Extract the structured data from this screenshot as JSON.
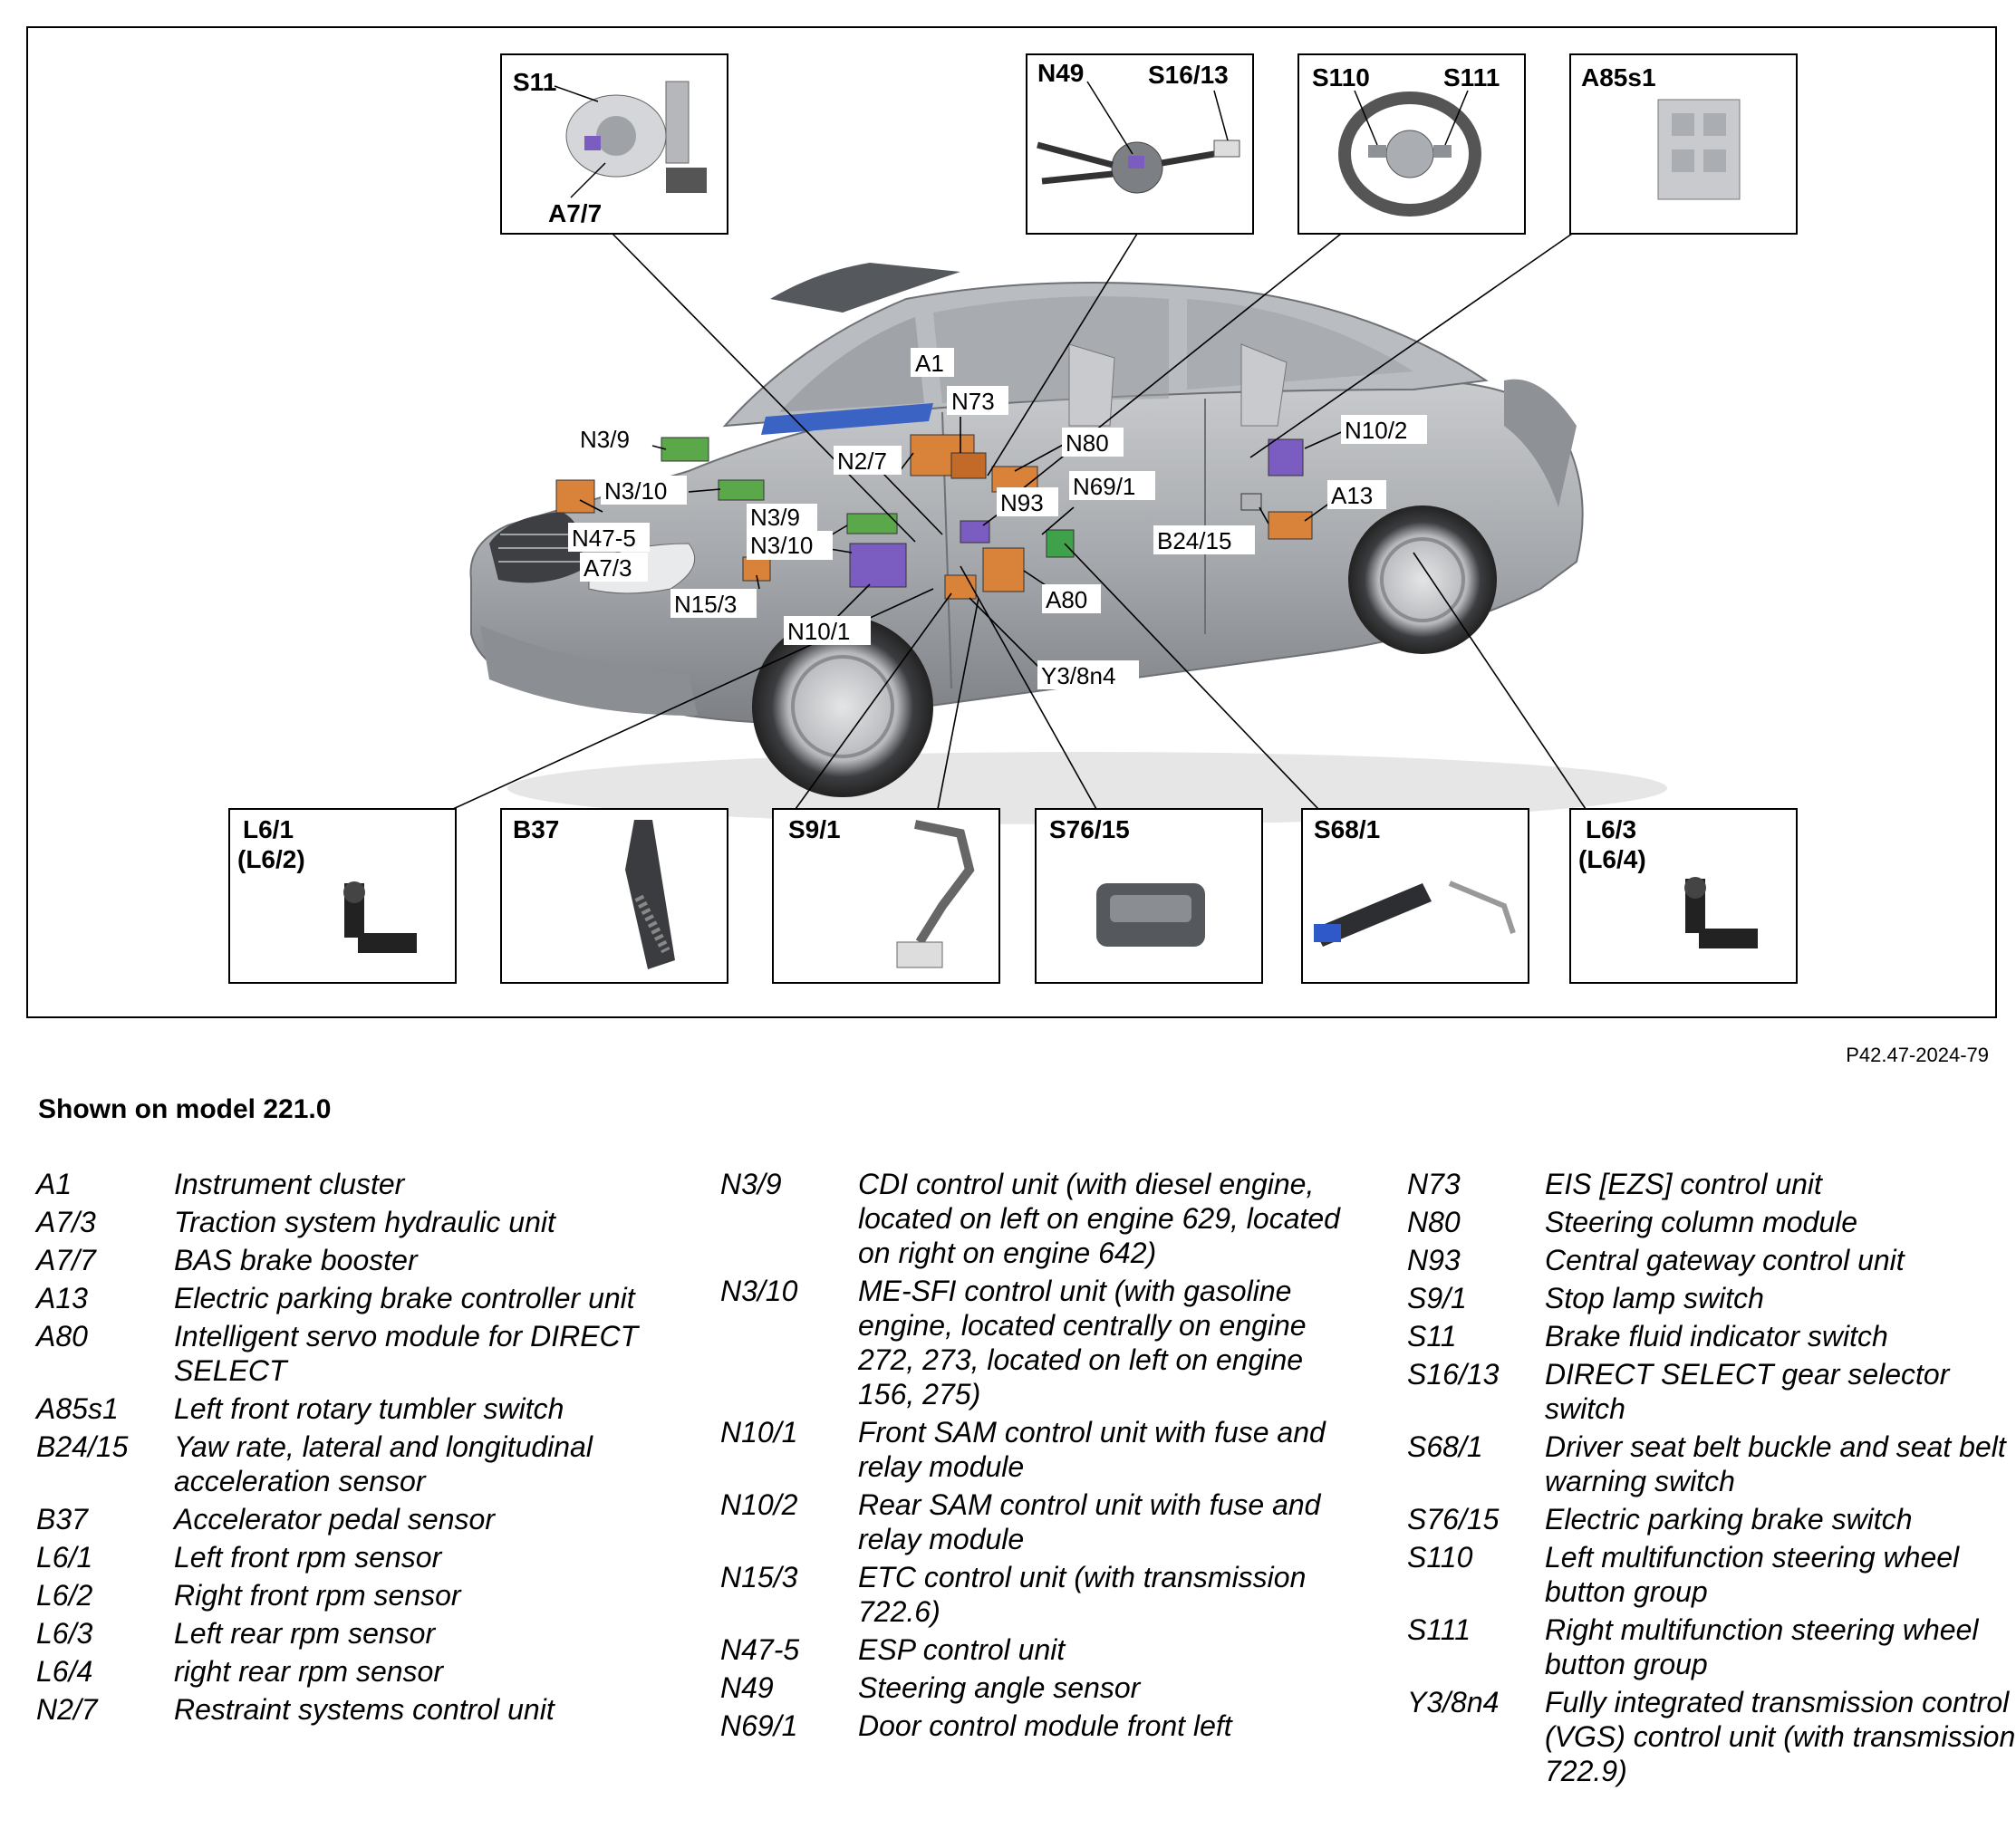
{
  "figure_ref": "P42.47-2024-79",
  "shown_on": "Shown on model 221.0",
  "inset_labels": {
    "s11": "S11",
    "a7_7": "A7/7",
    "n49": "N49",
    "s16_13": "S16/13",
    "s110": "S110",
    "s111": "S111",
    "a85s1": "A85s1",
    "l6_1": "L6/1",
    "l6_2": "(L6/2)",
    "b37": "B37",
    "s9_1": "S9/1",
    "s76_15": "S76/15",
    "s68_1": "S68/1",
    "l6_3": "L6/3",
    "l6_4": "(L6/4)"
  },
  "callouts": {
    "a1": "A1",
    "n73": "N73",
    "n3_9_a": "N3/9",
    "n2_7": "N2/7",
    "n80": "N80",
    "n10_2": "N10/2",
    "n3_10_a": "N3/10",
    "n93": "N93",
    "n69_1": "N69/1",
    "a13": "A13",
    "n47_5": "N47-5",
    "n3_9_b": "N3/9",
    "n3_10_b": "N3/10",
    "b24_15": "B24/15",
    "a7_3": "A7/3",
    "n15_3": "N15/3",
    "a80": "A80",
    "n10_1": "N10/1",
    "y3_8n4": "Y3/8n4"
  },
  "legend": {
    "col1": [
      {
        "code": "A1",
        "desc": "Instrument cluster"
      },
      {
        "code": "A7/3",
        "desc": "Traction system hydraulic unit"
      },
      {
        "code": "A7/7",
        "desc": "BAS brake booster"
      },
      {
        "code": "A13",
        "desc": "Electric parking brake controller unit"
      },
      {
        "code": "A80",
        "desc": "Intelligent servo module for DIRECT SELECT"
      },
      {
        "code": "A85s1",
        "desc": "Left front rotary tumbler switch"
      },
      {
        "code": "B24/15",
        "desc": "Yaw rate, lateral and longitudinal acceleration sensor"
      },
      {
        "code": "B37",
        "desc": "Accelerator pedal sensor"
      },
      {
        "code": "L6/1",
        "desc": "Left front rpm sensor"
      },
      {
        "code": "L6/2",
        "desc": "Right front rpm sensor"
      },
      {
        "code": "L6/3",
        "desc": "Left rear rpm sensor"
      },
      {
        "code": "L6/4",
        "desc": "right rear rpm sensor"
      },
      {
        "code": "N2/7",
        "desc": "Restraint systems control unit"
      }
    ],
    "col2": [
      {
        "code": "N3/9",
        "desc": "CDI control unit (with diesel engine, located on left on engine 629, located on right on engine 642)"
      },
      {
        "code": "N3/10",
        "desc": "ME-SFI control unit (with gasoline engine, located centrally on engine 272, 273, located on left on engine 156, 275)"
      },
      {
        "code": "N10/1",
        "desc": "Front SAM control unit with fuse and relay module"
      },
      {
        "code": "N10/2",
        "desc": "Rear SAM control unit with fuse and relay module"
      },
      {
        "code": "N15/3",
        "desc": "ETC control unit (with transmission 722.6)"
      },
      {
        "code": "N47-5",
        "desc": "ESP control unit"
      },
      {
        "code": "N49",
        "desc": "Steering angle sensor"
      },
      {
        "code": "N69/1",
        "desc": "Door control module front left"
      }
    ],
    "col3": [
      {
        "code": "N73",
        "desc": "EIS [EZS] control unit"
      },
      {
        "code": "N80",
        "desc": "Steering column module"
      },
      {
        "code": "N93",
        "desc": "Central gateway control unit"
      },
      {
        "code": "S9/1",
        "desc": "Stop lamp switch"
      },
      {
        "code": "S11",
        "desc": "Brake fluid indicator switch"
      },
      {
        "code": "S16/13",
        "desc": "DIRECT SELECT gear selector switch"
      },
      {
        "code": "S68/1",
        "desc": "Driver seat belt buckle and seat belt warning switch"
      },
      {
        "code": "S76/15",
        "desc": "Electric parking brake switch"
      },
      {
        "code": "S110",
        "desc": "Left multifunction steering wheel button group"
      },
      {
        "code": "S111",
        "desc": "Right multifunction steering wheel button group"
      },
      {
        "code": "Y3/8n4",
        "desc": "Fully integrated transmission control (VGS) control unit (with transmission 722.9)"
      }
    ]
  },
  "colors": {
    "component_orange": "#d9823a",
    "component_purple": "#7b5cc0",
    "component_green": "#5aa84a",
    "car_body": "#a9acb0",
    "frame": "#000000"
  }
}
